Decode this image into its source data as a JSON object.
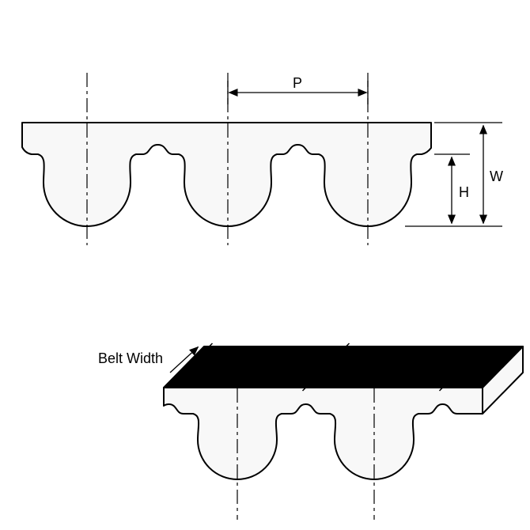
{
  "figure": {
    "type": "technical-diagram",
    "subject": "timing-belt-tooth-profile",
    "labels": {
      "pitch": "P",
      "overall_thickness": "W",
      "tooth_height": "H",
      "belt_width": "Belt Width"
    },
    "colors": {
      "line": "#000000",
      "belt_fill": "#f8f8f8",
      "top_face_fill": "#000000",
      "background": "#ffffff"
    }
  }
}
